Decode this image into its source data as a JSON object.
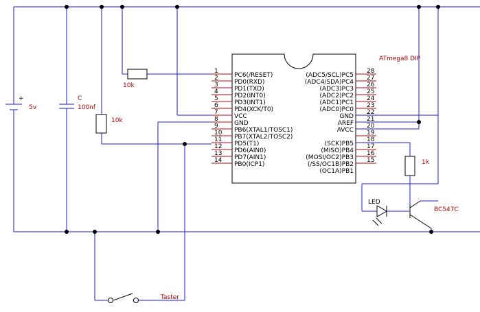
{
  "chip": {
    "name": "ATmega8 DIP",
    "left_pins": [
      {
        "num": "1",
        "label": "PC6(/RESET)"
      },
      {
        "num": "2",
        "label": "PD0(RXD)"
      },
      {
        "num": "3",
        "label": "PD1(TXD)"
      },
      {
        "num": "4",
        "label": "PD2(INT0)"
      },
      {
        "num": "5",
        "label": "PD3(INT1)"
      },
      {
        "num": "6",
        "label": "PD4(XCK/T0)"
      },
      {
        "num": "7",
        "label": "VCC"
      },
      {
        "num": "8",
        "label": "GND"
      },
      {
        "num": "9",
        "label": "PB6(XTAL1/TOSC1)"
      },
      {
        "num": "10",
        "label": "PB7(XTAL2/TOSC2)"
      },
      {
        "num": "11",
        "label": "PD5(T1)"
      },
      {
        "num": "12",
        "label": "PD6(AIN0)"
      },
      {
        "num": "13",
        "label": "PD7(AIN1)"
      },
      {
        "num": "14",
        "label": "PB0(ICP1)"
      }
    ],
    "right_pins": [
      {
        "num": "28",
        "label": "(ADC5/SCL)PC5"
      },
      {
        "num": "27",
        "label": "(ADC4/SDA)PC4"
      },
      {
        "num": "26",
        "label": "(ADC3)PC3"
      },
      {
        "num": "25",
        "label": "(ADC2)PC2"
      },
      {
        "num": "24",
        "label": "(ADC1)PC1"
      },
      {
        "num": "23",
        "label": "(ADC0)PC0"
      },
      {
        "num": "22",
        "label": "GND"
      },
      {
        "num": "21",
        "label": "AREF"
      },
      {
        "num": "20",
        "label": "AVCC"
      },
      {
        "num": "19",
        "label": ""
      },
      {
        "num": "18",
        "label": "(SCK)PB5"
      },
      {
        "num": "17",
        "label": "(MISO)PB4"
      },
      {
        "num": "16",
        "label": "(MOSI/OC2)PB3"
      },
      {
        "num": "15",
        "label": "(/SS/OC1B)PB2"
      },
      {
        "num": "",
        "label": "(OC1A)PB1"
      }
    ]
  },
  "components": {
    "battery_plus": "+",
    "battery_value": "5v",
    "cap_name": "C",
    "cap_value": "100nf",
    "r_pullup": "10k",
    "r_reset": "10k",
    "r_base": "1k",
    "led": "LED",
    "transistor": "BC547C",
    "button": "Taster"
  }
}
